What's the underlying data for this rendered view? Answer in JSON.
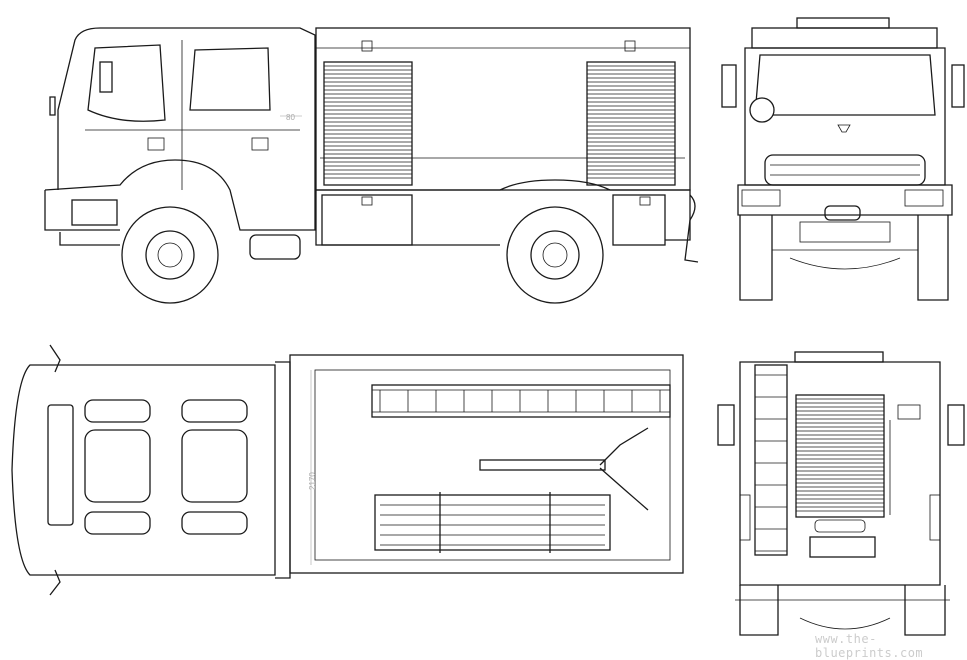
{
  "title": "Fire truck blueprint",
  "views": [
    "side",
    "front",
    "top",
    "rear"
  ],
  "dimensions": {
    "side_label": "80",
    "top_label": "2170"
  },
  "watermark": "www.the-blueprints.com"
}
